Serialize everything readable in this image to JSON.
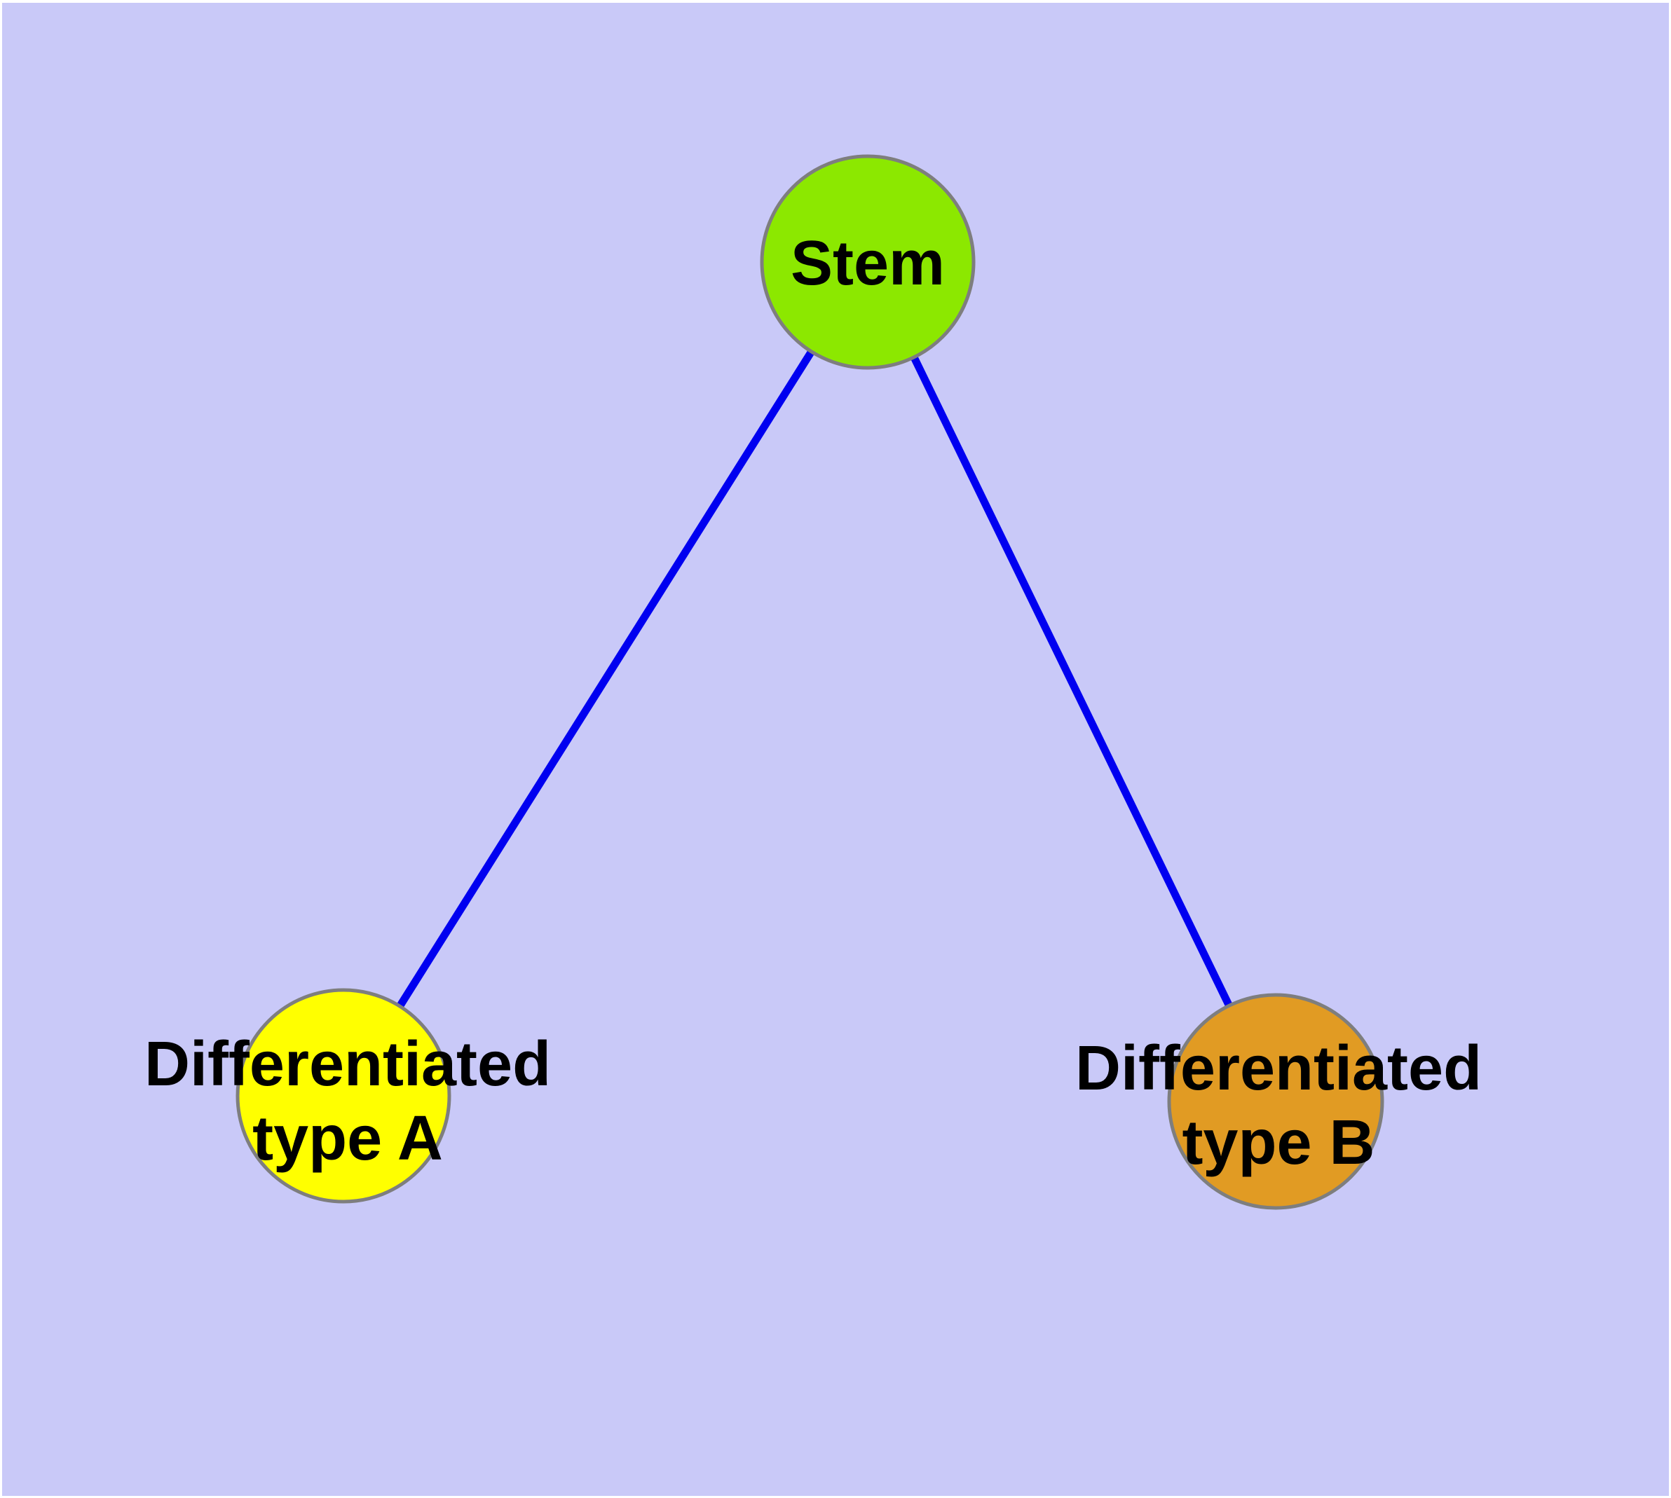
{
  "colors": {
    "page_background": "#FFFFFF",
    "canvas_background": "#C9C9F8",
    "edge_stroke": "#0000F0",
    "node_border": "#7E7E7E",
    "stem_fill": "#8CE800",
    "type_a_fill": "#FFFF00",
    "type_b_fill": "#E19B23",
    "label_color": "#000000"
  },
  "diagram": {
    "type": "node-link-graph",
    "nodes": {
      "stem": {
        "label": "Stem",
        "fill": "#8CE800",
        "shape": "circle"
      },
      "type_a": {
        "line1": "Differentiated",
        "line2": "type A",
        "fill": "#FFFF00",
        "shape": "circle"
      },
      "type_b": {
        "line1": "Differentiated",
        "line2": "type B",
        "fill": "#E19B23",
        "shape": "circle"
      }
    },
    "edges": [
      {
        "from": "Stem",
        "to": "Differentiated type A",
        "color": "#0000F0"
      },
      {
        "from": "Stem",
        "to": "Differentiated type B",
        "color": "#0000F0"
      }
    ]
  }
}
